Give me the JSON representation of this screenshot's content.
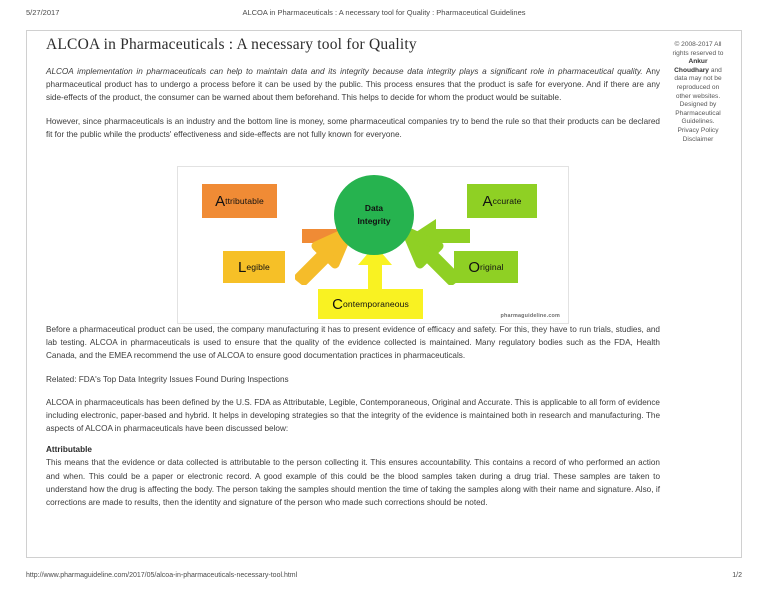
{
  "browser_print": {
    "date": "5/27/2017",
    "doc_title": "ALCOA in Pharmaceuticals : A necessary tool for Quality : Pharmaceutical Guidelines",
    "url": "http://www.pharmaguideline.com/2017/05/alcoa-in-pharmaceuticals-necessary-tool.html",
    "page_number": "1/2"
  },
  "article": {
    "title": "ALCOA in Pharmaceuticals : A necessary tool for Quality",
    "lead_italic": "ALCOA implementation in pharmaceuticals can help to maintain data and its integrity because data integrity plays a significant role in pharmaceutical quality.",
    "lead_rest": " Any pharmaceutical product has to undergo a process before it can be used by the public. This process ensures that the product is safe for everyone. And if there are any side-effects of the product, the consumer can be warned about them beforehand. This helps to decide for whom the product would be suitable.",
    "para2": "However, since pharmaceuticals is an industry and the bottom line is money, some pharmaceutical companies try to bend the rule so that their products can be declared fit for the public while the products' effectiveness and side-effects are not fully known for everyone.",
    "para3": "Before a pharmaceutical product can be used, the company manufacturing it has to present evidence of efficacy and safety. For this, they have to run trials, studies, and lab testing. ALCOA in pharmaceuticals is used to ensure that the quality of the evidence collected is maintained. Many regulatory bodies such as the FDA, Health Canada, and the EMEA recommend the use of ALCOA to ensure good documentation practices in pharmaceuticals.",
    "related": "Related: FDA's Top Data Integrity Issues Found During Inspections",
    "para4": "ALCOA in pharmaceuticals has been defined by the U.S. FDA as Attributable, Legible, Contemporaneous, Original and Accurate. This is applicable to all form of evidence including electronic, paper-based and hybrid. It helps in developing strategies so that the integrity of the evidence is maintained both in research and manufacturing. The aspects of ALCOA in pharmaceuticals have been discussed below:",
    "section1_heading": "Attributable",
    "section1_body": "This means that the evidence or data collected is attributable to the person collecting it. This ensures accountability. This contains a record of who performed an action and when. This could be a paper or electronic record. A good example of this could be the blood samples taken during a drug trial. These samples are taken to understand how the drug is affecting the body. The person taking the samples should mention the time of taking the samples along with their name and signature. Also, if corrections are made to results, then the identity and signature of the person who made such corrections should be noted."
  },
  "sidebar_rail": {
    "copyright_pre": "© 2008-2017 All rights reserved to ",
    "owner": "Ankur Choudhary",
    "copyright_post": " and data may not be reproduced on other websites. Designed by Pharmaceutical Guidelines.",
    "links": "Privacy Policy  Disclaimer"
  },
  "diagram": {
    "center_line1": "Data",
    "center_line2": "Integrity",
    "watermark": "pharmaguideline.com",
    "nodes": [
      {
        "id": "attributable",
        "cap": "A",
        "rest": "ttributable",
        "color": "#f08b35"
      },
      {
        "id": "accurate",
        "cap": "A",
        "rest": "ccurate",
        "color": "#8fd024"
      },
      {
        "id": "legible",
        "cap": "L",
        "rest": "egible",
        "color": "#f6c027"
      },
      {
        "id": "original",
        "cap": "O",
        "rest": "riginal",
        "color": "#8fd024"
      },
      {
        "id": "contemporaneous",
        "cap": "C",
        "rest": "ontemporaneous",
        "color": "#f9f222"
      }
    ],
    "center_color": "#26b34f",
    "arrow_colors": {
      "attributable": "#f08b35",
      "accurate": "#8fd024",
      "legible": "#f5bc2a",
      "original": "#8fd024",
      "contemporaneous": "#f9f222"
    }
  }
}
